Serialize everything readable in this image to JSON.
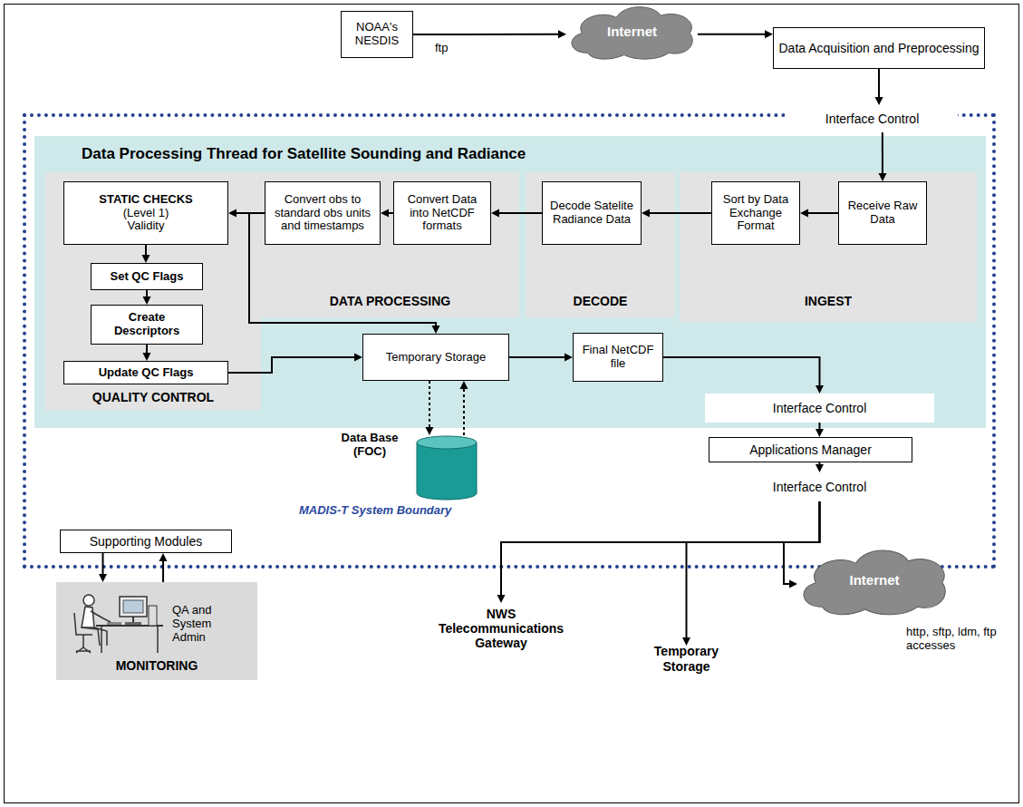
{
  "diagram": {
    "nodes": [
      {
        "text": [
          "NOAA's NESDIS"
        ]
      },
      {
        "text": [
          "Internet"
        ]
      },
      {
        "text": [
          "Data Acquisition and Preprocessing"
        ]
      },
      {
        "text": [
          "MADIS-T System Boundary"
        ]
      },
      {
        "text": [
          "Interface Control"
        ],
        "in": 3
      },
      {
        "text": [
          "Data Processing Thread for Satellite Sounding and Radiance"
        ],
        "in": 3
      },
      {
        "text": [
          "QUALITY CONTROL"
        ],
        "in": 5
      },
      {
        "text": [
          "STATIC CHECKS",
          "(Level 1) Validity"
        ],
        "in": 6
      },
      {
        "text": [
          "Set QC Flags"
        ],
        "in": 6
      },
      {
        "text": [
          "Create Descriptors"
        ],
        "in": 6
      },
      {
        "text": [
          "Update QC Flags"
        ],
        "in": 6
      },
      {
        "text": [
          "DATA PROCESSING"
        ],
        "in": 5
      },
      {
        "text": [
          "Convert obs to standard obs units and timestamps"
        ],
        "in": 11
      },
      {
        "text": [
          "Convert Data into NetCDF formats"
        ],
        "in": 11
      },
      {
        "text": [
          "DECODE"
        ],
        "in": 5
      },
      {
        "text": [
          "Decode Satelite Radiance Data"
        ],
        "in": 14
      },
      {
        "text": [
          "INGEST"
        ],
        "in": 5
      },
      {
        "text": [
          "Sort by Data Exchange Format"
        ],
        "in": 16
      },
      {
        "text": [
          "Receive Raw Data"
        ],
        "in": 16
      },
      {
        "text": [
          "Temporary Storage"
        ],
        "in": 5
      },
      {
        "text": [
          "Final NetCDF file"
        ],
        "in": 5
      },
      {
        "text": [
          "Data Base (FOC)"
        ],
        "in": 3
      },
      {
        "text": [
          "Interface Control"
        ],
        "in": 3
      },
      {
        "text": [
          "Applications Manager"
        ],
        "in": 3
      },
      {
        "text": [
          "Interface Control"
        ],
        "in": 3
      },
      {
        "text": [
          "Supporting Modules"
        ],
        "in": 3
      },
      {
        "text": [
          "QA and System Admin",
          "MONITORING"
        ]
      },
      {
        "text": [
          "NWS Telecommunications Gateway"
        ]
      },
      {
        "text": [
          "Temporary Storage"
        ]
      },
      {
        "text": [
          "Internet"
        ]
      }
    ],
    "edges": [
      {
        "from": 0,
        "to": 1,
        "label": "ftp",
        "arrow": "to"
      },
      {
        "from": 1,
        "to": 2,
        "arrow": "to"
      },
      {
        "from": 2,
        "to": 4,
        "arrow": "to"
      },
      {
        "from": 4,
        "to": 18,
        "arrow": "to"
      },
      {
        "from": 18,
        "to": 17,
        "arrow": "to"
      },
      {
        "from": 17,
        "to": 15,
        "arrow": "to"
      },
      {
        "from": 15,
        "to": 13,
        "arrow": "to"
      },
      {
        "from": 13,
        "to": 12,
        "arrow": "to"
      },
      {
        "from": 12,
        "to": 7,
        "arrow": "to"
      },
      {
        "from": 12,
        "to": 19,
        "arrow": "to"
      },
      {
        "from": 7,
        "to": 8,
        "arrow": "to"
      },
      {
        "from": 8,
        "to": 9,
        "arrow": "to"
      },
      {
        "from": 9,
        "to": 10,
        "arrow": "to"
      },
      {
        "from": 10,
        "to": 19,
        "arrow": "to"
      },
      {
        "from": 19,
        "to": 21,
        "arrow": "to"
      },
      {
        "from": 21,
        "to": 19,
        "arrow": "to"
      },
      {
        "from": 19,
        "to": 20,
        "arrow": "to"
      },
      {
        "from": 20,
        "to": 22,
        "arrow": "to"
      },
      {
        "from": 22,
        "to": 23,
        "arrow": "to"
      },
      {
        "from": 23,
        "to": 24,
        "arrow": "to"
      },
      {
        "from": 24,
        "to": 27,
        "arrow": "to"
      },
      {
        "from": 24,
        "to": 28,
        "arrow": "to"
      },
      {
        "from": 24,
        "to": 29,
        "arrow": "to"
      },
      {
        "from": 25,
        "to": 26,
        "arrow": "to"
      },
      {
        "from": 26,
        "to": 25,
        "arrow": "to"
      }
    ],
    "labels": [
      "http, sftp, ldm, ftp accesses"
    ]
  }
}
